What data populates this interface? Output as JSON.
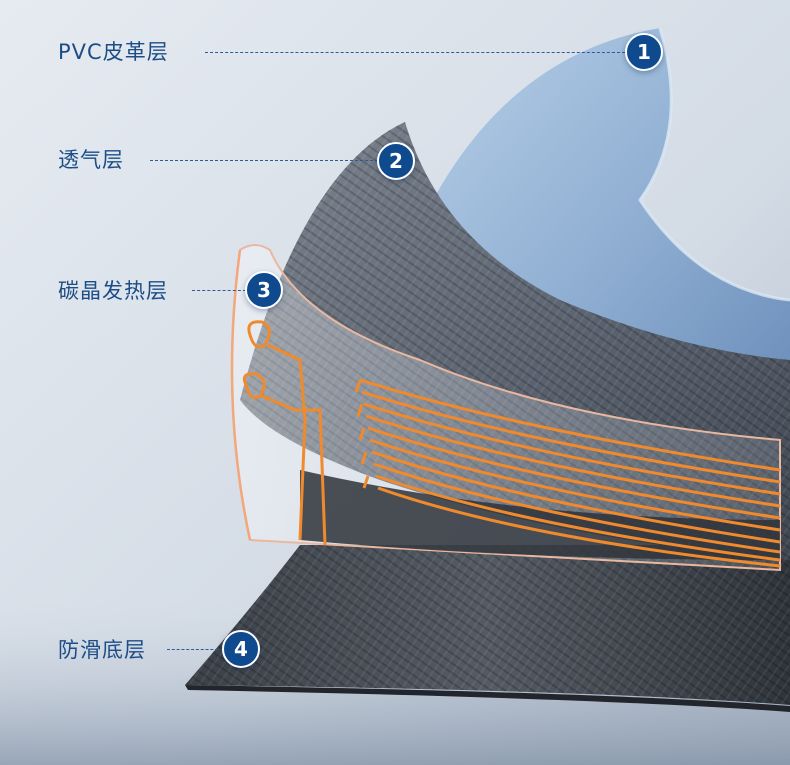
{
  "layers": [
    {
      "number": "1",
      "label": "PVC皮革层"
    },
    {
      "number": "2",
      "label": "透气层"
    },
    {
      "number": "3",
      "label": "碳晶发热层"
    },
    {
      "number": "4",
      "label": "防滑底层"
    }
  ],
  "colors": {
    "label_text": "#1c4d86",
    "badge_fill": "#0f4a8f",
    "heating_trace": "#f08a2c",
    "background": "#dde3ea"
  }
}
